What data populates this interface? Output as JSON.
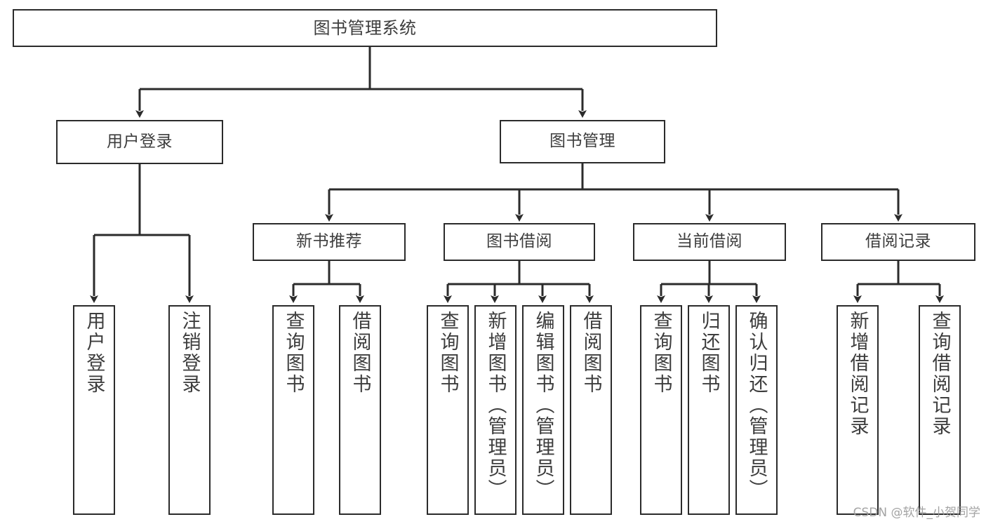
{
  "diagram": {
    "title": "图书管理系统",
    "type": "tree-hierarchy",
    "watermark": "CSDN @软件_小贺同学",
    "colors": {
      "stroke": "#2b2b2b",
      "text": "#3d3d3d",
      "background": "#ffffff",
      "watermark": "#9a9a9a"
    },
    "root": {
      "label": "图书管理系统"
    },
    "level1": [
      {
        "label": "用户登录"
      },
      {
        "label": "图书管理"
      }
    ],
    "level2": [
      {
        "label": "新书推荐"
      },
      {
        "label": "图书借阅"
      },
      {
        "label": "当前借阅"
      },
      {
        "label": "借阅记录"
      }
    ],
    "leaves": {
      "user_login": [
        {
          "label": "用户登录"
        },
        {
          "label": "注销登录"
        }
      ],
      "new_book_recommend": [
        {
          "label": "查询图书"
        },
        {
          "label": "借阅图书"
        }
      ],
      "book_borrow": [
        {
          "label": "查询图书"
        },
        {
          "label": "新增图书（管理员）"
        },
        {
          "label": "编辑图书（管理员）"
        },
        {
          "label": "借阅图书"
        }
      ],
      "current_borrow": [
        {
          "label": "查询图书"
        },
        {
          "label": "归还图书"
        },
        {
          "label": "确认归还（管理员）"
        }
      ],
      "borrow_record": [
        {
          "label": "新增借阅记录"
        },
        {
          "label": "查询借阅记录"
        }
      ]
    }
  }
}
